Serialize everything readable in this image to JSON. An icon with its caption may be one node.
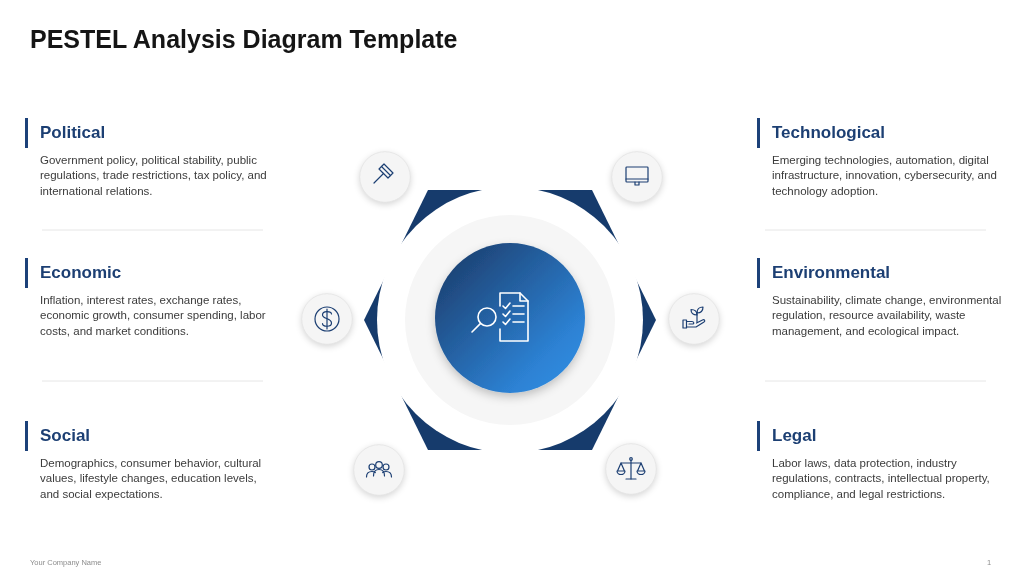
{
  "diagram": {
    "title": "PESTEL Analysis Diagram Template",
    "nodes": [
      {
        "text": [
          "Political",
          "Government policy, political stability, public regulations, trade restrictions, tax policy, and international relations."
        ]
      },
      {
        "text": [
          "Economic",
          "Inflation, interest rates, exchange rates, economic growth, consumer spending, labor costs, and market conditions."
        ]
      },
      {
        "text": [
          "Social",
          "Demographics, consumer behavior, cultural values, lifestyle changes, education levels, and social expectations."
        ]
      },
      {
        "text": [
          "Technological",
          "Emerging technologies, automation, digital infrastructure, innovation, cybersecurity, and technology adoption."
        ]
      },
      {
        "text": [
          "Environmental",
          "Sustainability, climate change, environmental regulation, resource availability, waste management, and ecological impact."
        ]
      },
      {
        "text": [
          "Legal",
          "Labor laws, data protection, industry regulations, contracts, intellectual property, compliance, and legal restrictions."
        ]
      }
    ],
    "labels": [
      "Your Company Name",
      "1"
    ]
  }
}
